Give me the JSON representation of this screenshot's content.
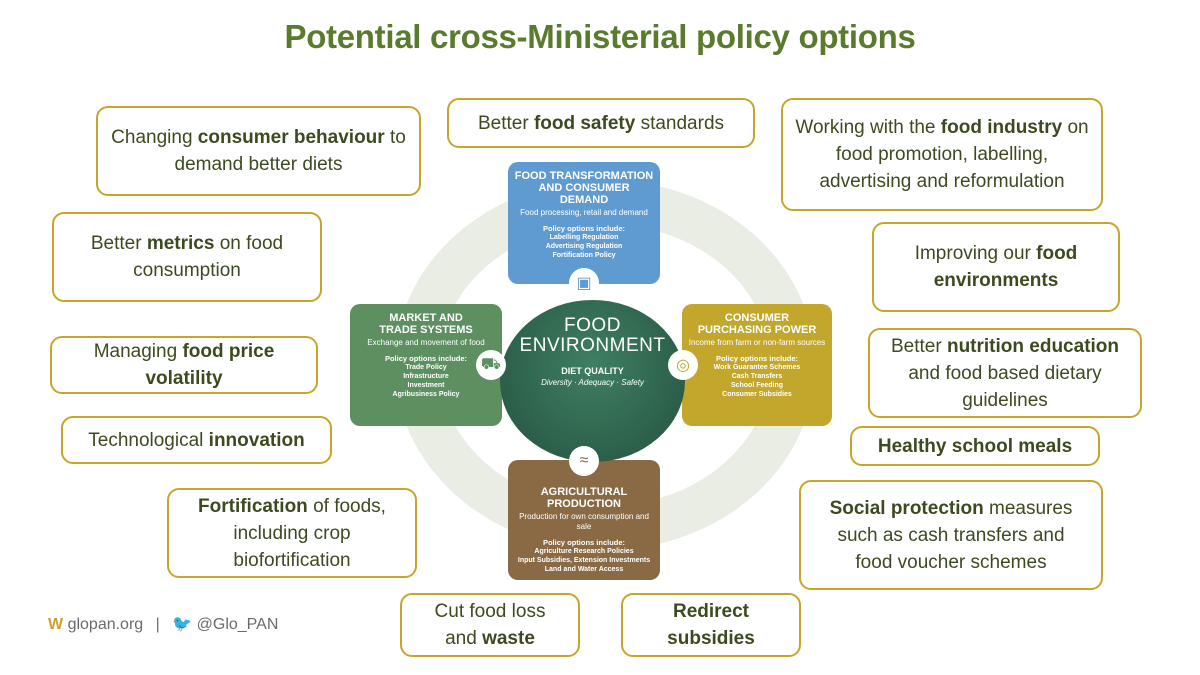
{
  "title": "Potential cross-Ministerial policy options",
  "boxes": {
    "consumer": {
      "pre": "Changing ",
      "bold": "consumer behaviour",
      "post": " to demand better diets"
    },
    "metrics": {
      "pre": "Better ",
      "bold": "metrics",
      "post": " on food consumption"
    },
    "price": {
      "pre": "Managing ",
      "bold": "food price volatility",
      "post": ""
    },
    "innovation": {
      "pre": "Technological ",
      "bold": "innovation",
      "post": ""
    },
    "fortification": {
      "pre": "",
      "bold": "Fortification",
      "post": " of foods, including crop biofortification"
    },
    "loss": {
      "pre": "Cut food loss and ",
      "bold": "waste",
      "post": ""
    },
    "subsidies": {
      "pre": "",
      "bold": "Redirect subsidies",
      "post": ""
    },
    "safety": {
      "pre": "Better ",
      "bold": "food safety",
      "post": " standards"
    },
    "industry": {
      "pre": "Working with the ",
      "bold": "food industry",
      "post": " on food promotion, labelling, advertising and reformulation"
    },
    "environments": {
      "pre": "Improving our ",
      "bold": "food environments",
      "post": ""
    },
    "education": {
      "pre": "Better ",
      "bold": "nutrition education",
      "post": " and food based dietary guidelines"
    },
    "school": {
      "pre": "",
      "bold": "Healthy school meals",
      "post": ""
    },
    "social": {
      "pre": "",
      "bold": "Social protection",
      "post": " measures such as cash transfers and food voucher schemes"
    }
  },
  "diagram": {
    "center": {
      "title1": "FOOD",
      "title2": "ENVIRONMENT",
      "sub": "DIET QUALITY",
      "tags": "Diversity · Adequacy · Safety"
    },
    "top": {
      "h1": "FOOD TRANSFORMATION",
      "h2": "AND CONSUMER DEMAND",
      "sub": "Food processing, retail and demand",
      "opts": "Policy options include:",
      "items": [
        "Labelling Regulation",
        "Advertising Regulation",
        "Fortification Policy"
      ]
    },
    "left": {
      "h1": "MARKET AND",
      "h2": "TRADE SYSTEMS",
      "sub": "Exchange and movement of food",
      "opts": "Policy options include:",
      "items": [
        "Trade Policy",
        "Infrastructure",
        "Investment",
        "Agribusiness Policy"
      ]
    },
    "right": {
      "h1": "CONSUMER",
      "h2": "PURCHASING POWER",
      "sub": "Income from farm or non-farm sources",
      "opts": "Policy options include:",
      "items": [
        "Work Guarantee Schemes",
        "Cash Transfers",
        "School Feeding",
        "Consumer Subsidies"
      ]
    },
    "bottom": {
      "h1": "AGRICULTURAL",
      "h2": "PRODUCTION",
      "sub": "Production for own consumption and sale",
      "opts": "Policy options include:",
      "items": [
        "Agriculture Research Policies",
        "Input Subsidies, Extension Investments",
        "Land and Water Access"
      ]
    }
  },
  "footer": {
    "w": "W",
    "site": "glopan.org",
    "sep": "|",
    "handle": "@Glo_PAN"
  },
  "colors": {
    "accent": "#c8a52a",
    "title": "#5a7a2e"
  }
}
